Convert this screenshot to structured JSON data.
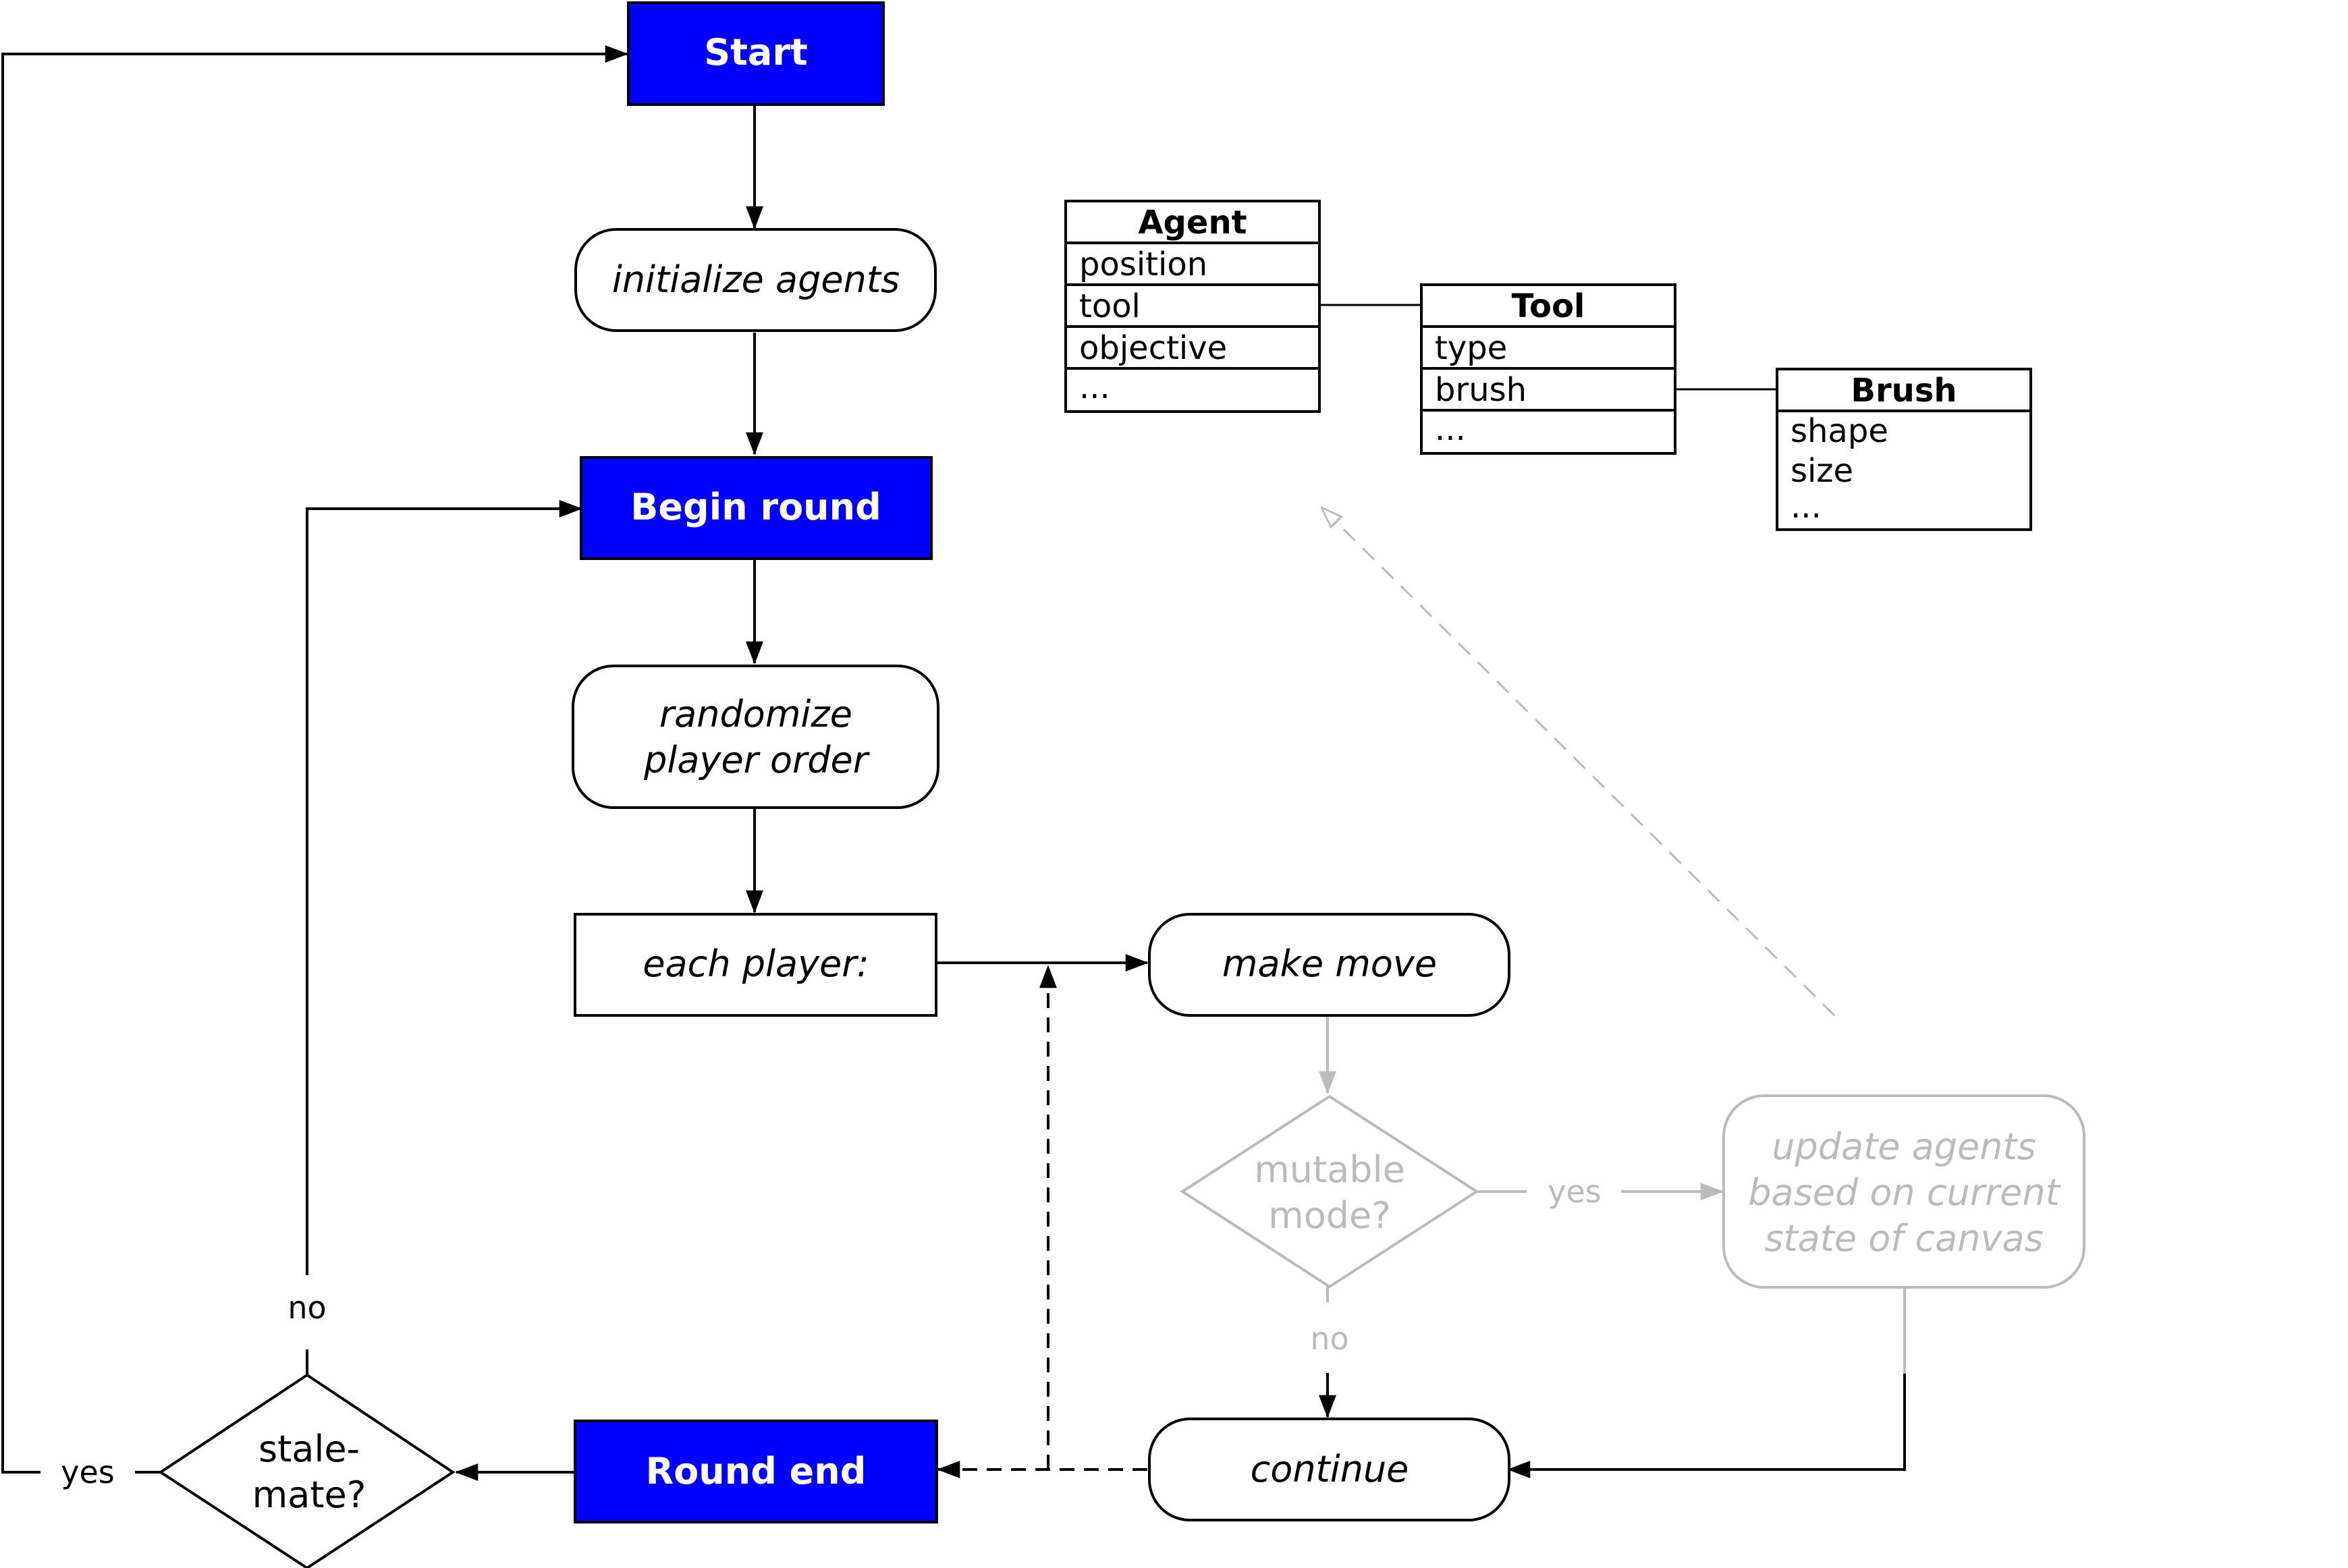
{
  "colors": {
    "accent_fill": "#0000ff",
    "accent_text": "#ffffff",
    "stroke": "#000000",
    "muted": "#bbbbbb"
  },
  "flow": {
    "start": "Start",
    "init_agents": "initialize agents",
    "begin_round": "Begin round",
    "randomize_1": "randomize",
    "randomize_2": "player order",
    "each_player": "each player:",
    "make_move": "make move",
    "mutable_1": "mutable",
    "mutable_2": "mode?",
    "mutable_yes": "yes",
    "mutable_no": "no",
    "update_1": "update agents",
    "update_2": "based on current",
    "update_3": "state of canvas",
    "continue": "continue",
    "round_end": "Round end",
    "stalemate_1": "stale-",
    "stalemate_2": "mate?",
    "stalemate_yes": "yes",
    "stalemate_no": "no"
  },
  "classes": {
    "agent": {
      "title": "Agent",
      "fields": [
        "position",
        "tool",
        "objective",
        "..."
      ]
    },
    "tool": {
      "title": "Tool",
      "fields": [
        "type",
        "brush",
        "..."
      ]
    },
    "brush": {
      "title": "Brush",
      "fields": [
        "shape",
        "size",
        "..."
      ]
    }
  }
}
